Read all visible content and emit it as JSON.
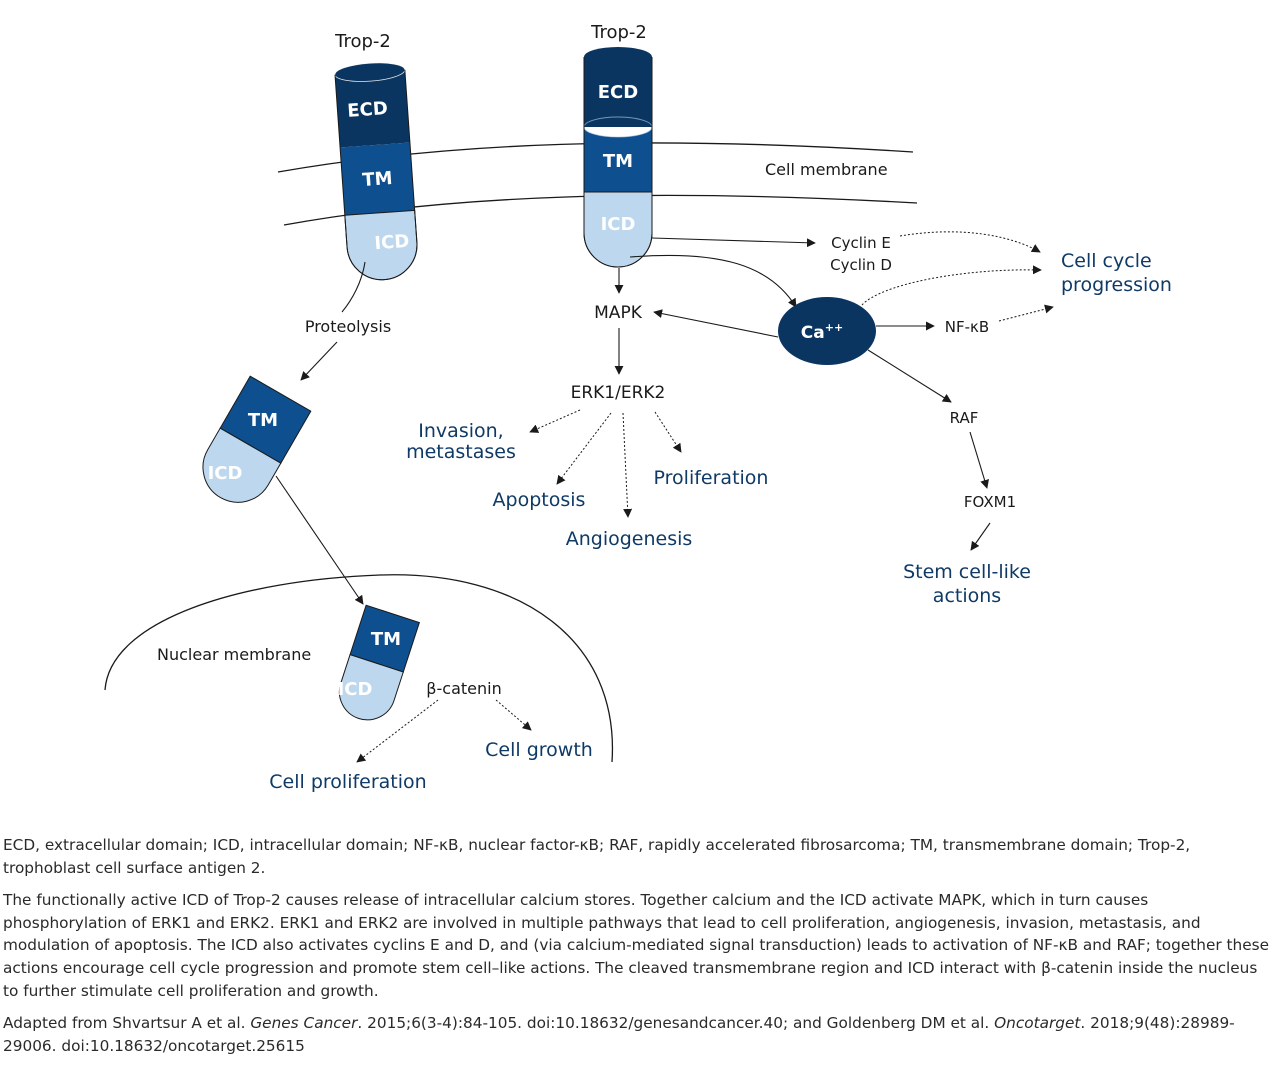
{
  "colors": {
    "ecd": "#0b3561",
    "tm": "#0d4f8f",
    "icd": "#bdd7ee",
    "calcium": "#0b3561",
    "outcome_text": "#0f3a66",
    "line": "#1a1a1a"
  },
  "diagram": {
    "left_receptor": {
      "title": "Trop-2",
      "ecd": "ECD",
      "tm": "TM",
      "icd": "ICD"
    },
    "right_receptor": {
      "title": "Trop-2",
      "ecd": "ECD",
      "tm": "TM",
      "icd": "ICD"
    },
    "cell_membrane": "Cell membrane",
    "proteolysis": "Proteolysis",
    "cleaved_fragment": {
      "tm": "TM",
      "icd": "ICD"
    },
    "nuclear_fragment": {
      "tm": "TM",
      "icd": "ICD"
    },
    "nuclear_membrane": "Nuclear membrane",
    "beta_catenin": "β-catenin",
    "cell_growth": "Cell growth",
    "cell_proliferation": "Cell proliferation",
    "mapk": "MAPK",
    "erk": "ERK1/ERK2",
    "invasion": [
      "Invasion,",
      "metastases"
    ],
    "apoptosis": "Apoptosis",
    "angiogenesis": "Angiogenesis",
    "proliferation": "Proliferation",
    "cyclin_e": "Cyclin E",
    "cyclin_d": "Cyclin D",
    "cell_cycle": [
      "Cell cycle",
      "progression"
    ],
    "calcium_base": "Ca",
    "calcium_sup": "++",
    "nfkb": "NF-κB",
    "raf": "RAF",
    "foxm1": "FOXM1",
    "stem_cell": [
      "Stem cell-like",
      "actions"
    ]
  },
  "captions": {
    "abbreviations": "ECD, extracellular domain; ICD, intracellular domain; NF-κB, nuclear factor-κB; RAF, rapidly accelerated fibrosarcoma; TM, transmembrane domain; Trop-2, trophoblast cell surface antigen 2.",
    "description": "The functionally active ICD of Trop-2 causes release of intracellular calcium stores. Together calcium and the ICD activate MAPK, which in turn causes phosphorylation of ERK1 and ERK2. ERK1 and ERK2 are involved in multiple pathways that lead to cell proliferation, angiogenesis, invasion, metastasis, and modulation of apoptosis. The ICD also activates cyclins E and D, and (via calcium-mediated signal transduction) leads to activation of NF-κB and RAF; together these actions encourage cell cycle progression and promote stem cell–like actions. The cleaved transmembrane region and ICD interact with β-catenin inside the nucleus to further stimulate cell proliferation and growth.",
    "source_prefix": "Adapted from Shvartsur A et al. ",
    "source_journal1": "Genes Cancer",
    "source_mid": ". 2015;6(3-4):84-105. doi:10.18632/genesandcancer.40; and Goldenberg DM et al. ",
    "source_journal2": "Oncotarget",
    "source_suffix": ". 2018;9(48):28989-29006. doi:10.18632/oncotarget.25615"
  }
}
